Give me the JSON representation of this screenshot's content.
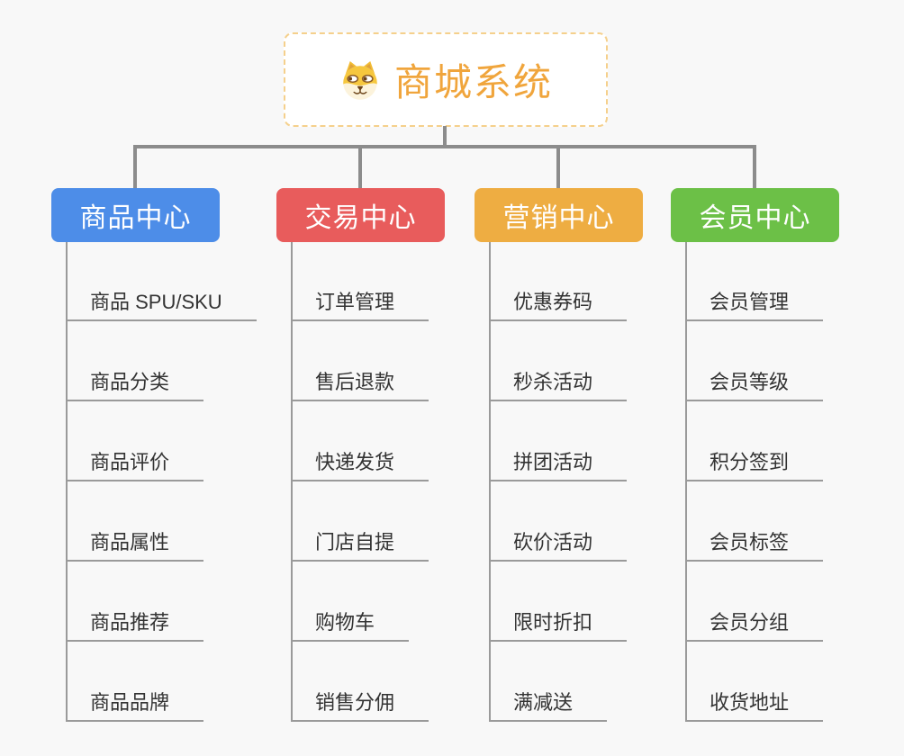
{
  "canvas": {
    "background": "#F8F8F8"
  },
  "root": {
    "title": "商城系统",
    "icon": "doge-face-icon",
    "title_color": "#F0A53C",
    "border_color": "#F5D08C"
  },
  "connectors": {
    "color": "#8C8C8C",
    "leaf_line_color": "#9A9A9A"
  },
  "branches": [
    {
      "label": "商品中心",
      "color": "#4D8DE8",
      "children": [
        "商品 SPU/SKU",
        "商品分类",
        "商品评价",
        "商品属性",
        "商品推荐",
        "商品品牌"
      ]
    },
    {
      "label": "交易中心",
      "color": "#E85C5C",
      "children": [
        "订单管理",
        "售后退款",
        "快递发货",
        "门店自提",
        "购物车",
        "销售分佣"
      ]
    },
    {
      "label": "营销中心",
      "color": "#EEAD42",
      "children": [
        "优惠券码",
        "秒杀活动",
        "拼团活动",
        "砍价活动",
        "限时折扣",
        "满减送"
      ]
    },
    {
      "label": "会员中心",
      "color": "#6CC047",
      "children": [
        "会员管理",
        "会员等级",
        "积分签到",
        "会员标签",
        "会员分组",
        "收货地址"
      ]
    }
  ]
}
